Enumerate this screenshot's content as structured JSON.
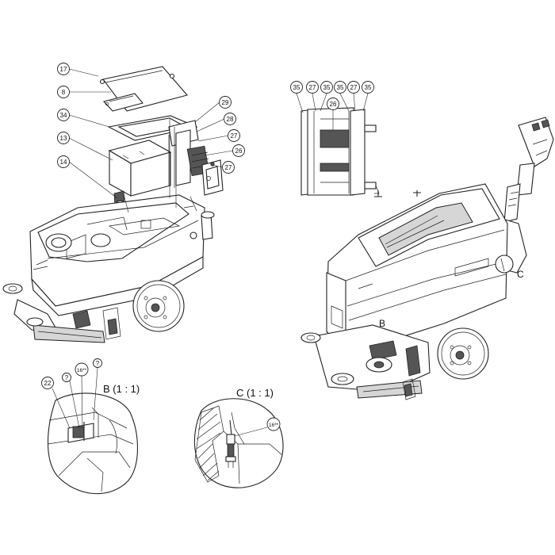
{
  "diagram": {
    "callouts": [
      {
        "id": "c17",
        "text": "17"
      },
      {
        "id": "c8",
        "text": "8"
      },
      {
        "id": "c34",
        "text": "34"
      },
      {
        "id": "c13",
        "text": "13"
      },
      {
        "id": "c14",
        "text": "14"
      },
      {
        "id": "c29",
        "text": "29"
      },
      {
        "id": "c28",
        "text": "28"
      },
      {
        "id": "c27a",
        "text": "27"
      },
      {
        "id": "c26a",
        "text": "26"
      },
      {
        "id": "c27b",
        "text": "27"
      },
      {
        "id": "c35a",
        "text": "35"
      },
      {
        "id": "c27c",
        "text": "27"
      },
      {
        "id": "c35b",
        "text": "35"
      },
      {
        "id": "c35c",
        "text": "35"
      },
      {
        "id": "c27d",
        "text": "27"
      },
      {
        "id": "c35d",
        "text": "35"
      },
      {
        "id": "c26b",
        "text": "26"
      },
      {
        "id": "c22",
        "text": "22"
      },
      {
        "id": "q1",
        "text": "?"
      },
      {
        "id": "c16a",
        "text": "16**"
      },
      {
        "id": "q2",
        "text": "?"
      },
      {
        "id": "c16b",
        "text": "16**"
      }
    ],
    "detail_b_title": "B  (1 : 1)",
    "detail_c_title": "C  (1 : 1)",
    "marker_b": "B",
    "marker_c": "C"
  }
}
